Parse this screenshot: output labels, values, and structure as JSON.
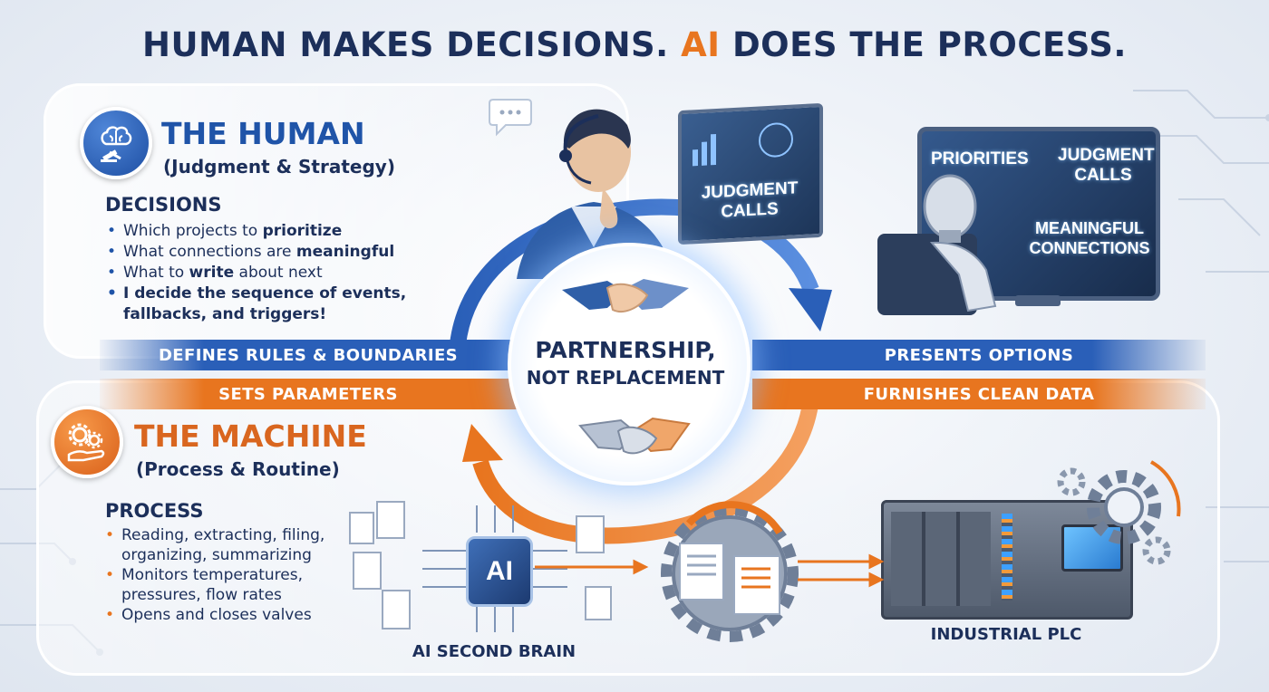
{
  "title": {
    "part1": "HUMAN MAKES DECISIONS.",
    "ai": "AI",
    "part2": "DOES THE PROCESS."
  },
  "human": {
    "title": "THE HUMAN",
    "subtitle": "(Judgment & Strategy)",
    "section": "DECISIONS",
    "items": [
      {
        "pre": "Which projects to ",
        "strong": "prioritize",
        "post": ""
      },
      {
        "pre": "What connections are ",
        "strong": "meaningful",
        "post": ""
      },
      {
        "pre": "What to ",
        "strong": "write",
        "post": " about next"
      },
      {
        "pre": "",
        "strong": "I decide the sequence of events, fallbacks, and triggers!",
        "post": ""
      }
    ],
    "icon": "brain-gavel-icon"
  },
  "machine": {
    "title": "THE MACHINE",
    "subtitle": "(Process & Routine)",
    "section": "PROCESS",
    "items": [
      "Reading, extracting, filing, organizing, summarizing",
      "Monitors temperatures, pressures, flow rates",
      "Opens and closes valves"
    ],
    "icon": "gears-hand-icon"
  },
  "bands": {
    "blue_left": "DEFINES RULES & BOUNDARIES",
    "blue_right": "PRESENTS OPTIONS",
    "orange_left": "SETS PARAMETERS",
    "orange_right": "FURNISHES CLEAN DATA"
  },
  "center": {
    "line1": "PARTNERSHIP,",
    "line2": "NOT REPLACEMENT"
  },
  "screens": {
    "left_screen": "JUDGMENT CALLS",
    "right_priorities": "PRIORITIES",
    "right_judgment": "JUDGMENT CALLS",
    "right_meaningful": "MEANINGFUL CONNECTIONS"
  },
  "labels": {
    "ai_chip": "AI",
    "ai_second_brain": "AI SECOND BRAIN",
    "industrial_plc": "INDUSTRIAL PLC"
  },
  "colors": {
    "blue": "#2a5fb8",
    "orange": "#e8751f",
    "navy": "#1c2f5a"
  }
}
